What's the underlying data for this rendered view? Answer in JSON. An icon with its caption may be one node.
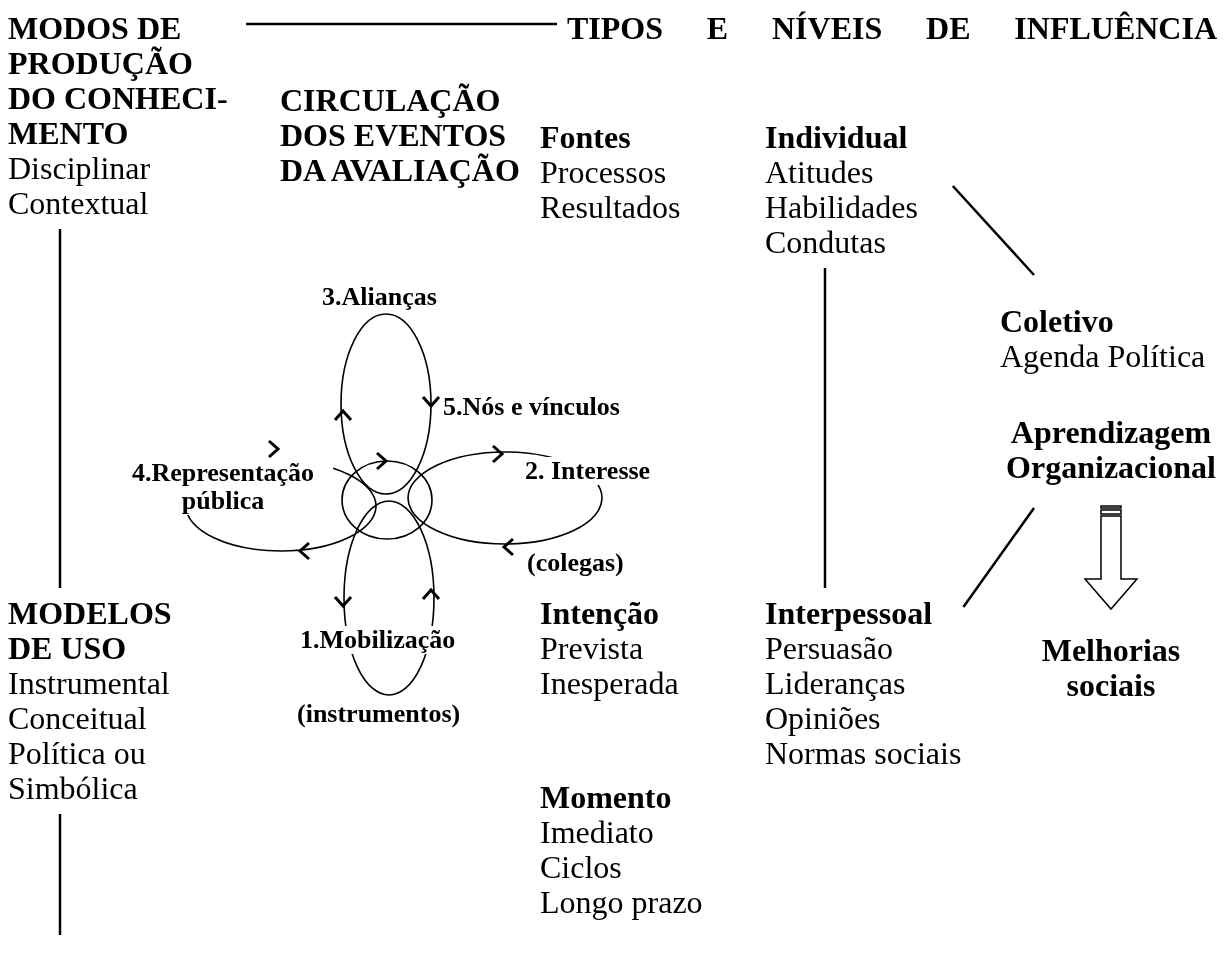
{
  "diagram": {
    "nodes": [
      {
        "text": [
          "MODOS DE PRODUÇÃO DO CONHECI- MENTO",
          "Disciplinar",
          "Contextual"
        ]
      },
      {
        "text": [
          "TIPOS E NÍVEIS DE INFLUÊNCIA"
        ]
      },
      {
        "text": [
          "Individual",
          "Atitudes",
          "Habilidades",
          "Condutas"
        ]
      },
      {
        "text": [
          "Coletivo",
          "Agenda Política"
        ]
      },
      {
        "text": [
          "3.Alianças"
        ]
      },
      {
        "text": [],
        "shape": "circle"
      },
      {
        "text": [
          "4.Representação pública"
        ]
      },
      {
        "text": [
          "2. Interesse",
          "(colegas)"
        ]
      },
      {
        "text": [
          "Aprendizagem Organizacional"
        ]
      },
      {
        "text": [
          "MODELOS DE USO",
          "Instrumental",
          "Conceitual",
          "Política ou Simbólica"
        ]
      },
      {
        "text": [
          "1.Mobilização",
          "(instrumentos)"
        ]
      },
      {
        "text": [
          "Interpessoal",
          "Persuasão",
          "Lideranças",
          "Opiniões",
          "Normas sociais"
        ]
      },
      {
        "text": [
          "Melhorias sociais"
        ]
      }
    ],
    "edges": [
      {
        "from": 0,
        "to": 1,
        "arrow": "none"
      },
      {
        "from": 0,
        "to": 9,
        "arrow": "none"
      },
      {
        "from": 9,
        "to": null,
        "arrow": "none"
      },
      {
        "from": 2,
        "to": 11,
        "arrow": "none"
      },
      {
        "from": 2,
        "to": 3,
        "arrow": "none"
      },
      {
        "from": 11,
        "to": 8,
        "arrow": "none"
      },
      {
        "from": 8,
        "to": 12,
        "arrow": "to",
        "style": "thick"
      }
    ],
    "labels": [
      "CIRCULAÇÃO DOS EVENTOS DA AVALIAÇÃO",
      "Fontes",
      "Processos",
      "Resultados",
      "5.Nós e vínculos",
      "Intenção",
      "Prevista",
      "Inesperada",
      "Momento",
      "Imediato",
      "Ciclos",
      "Longo prazo"
    ]
  }
}
